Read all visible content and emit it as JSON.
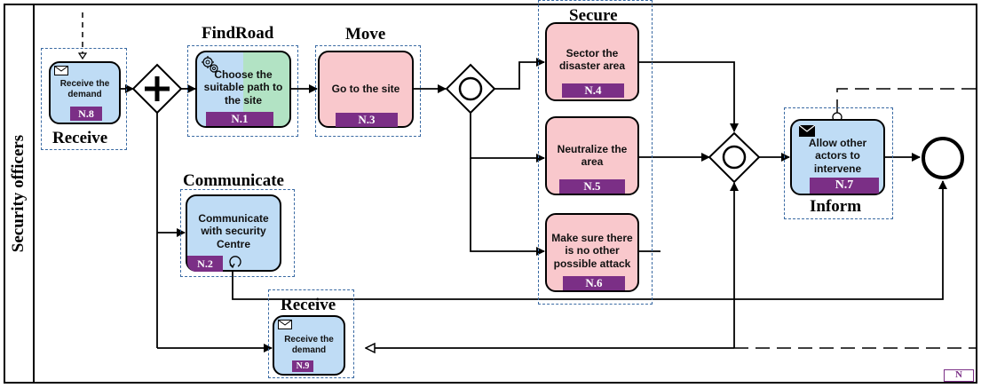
{
  "lane": {
    "title": "Security officers"
  },
  "groups": {
    "receive_top": "Receive",
    "findroad": "FindRoad",
    "move": "Move",
    "secure": "Secure",
    "communicate": "Communicate",
    "receive_bottom": "Receive",
    "inform": "Inform"
  },
  "tasks": {
    "n8": {
      "text": "Receive the demand",
      "badge": "N.8",
      "icon": "envelope-icon"
    },
    "n1": {
      "text": "Choose the suitable path to the site",
      "badge": "N.1",
      "icon": "gear-icon"
    },
    "n3": {
      "text": "Go to the site",
      "badge": "N.3"
    },
    "n4": {
      "text": "Sector  the disaster area",
      "badge": "N.4"
    },
    "n5": {
      "text": "Neutralize the area",
      "badge": "N.5"
    },
    "n6": {
      "text": "Make sure there is no other possible attack",
      "badge": "N.6"
    },
    "n2": {
      "text": "Communicate with security Centre",
      "badge": "N.2",
      "icon": "loop-icon"
    },
    "n9": {
      "text": "Receive the demand",
      "badge": "N.9",
      "icon": "envelope-icon"
    },
    "n7": {
      "text": "Allow other actors to intervene",
      "badge": "N.7",
      "icon": "filled-envelope-icon"
    }
  },
  "legend": {
    "text": "N"
  },
  "colors": {
    "blue_task": "#bfdcf5",
    "pink_task": "#f9c8cc",
    "green_task": "#b2e3c4",
    "badge": "#7b2f86",
    "group_border": "#3a6aa3"
  }
}
